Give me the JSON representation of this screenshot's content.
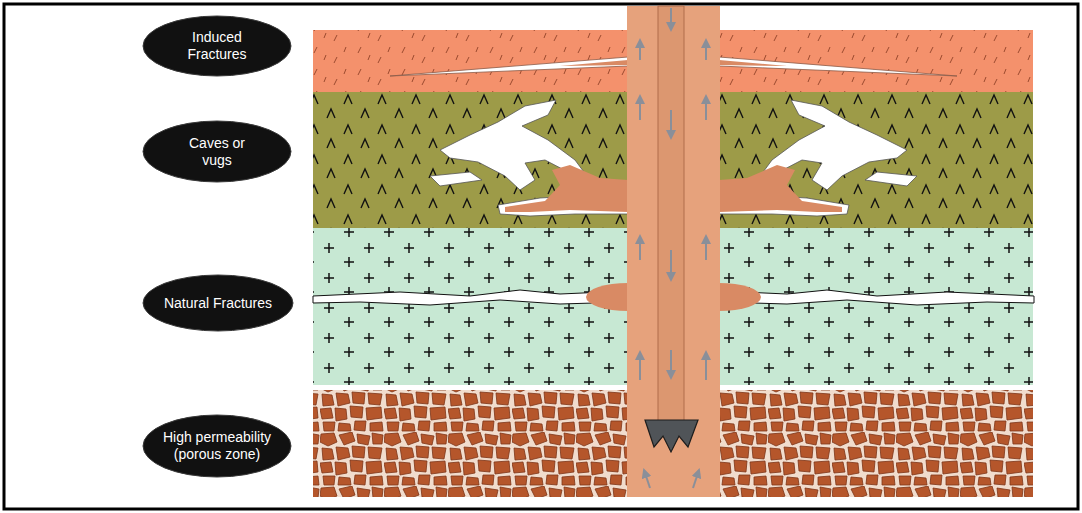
{
  "diagram": {
    "nodes": [
      {
        "text": [
          "Induced Fractures"
        ]
      },
      {
        "text": [
          "Caves or vugs"
        ]
      },
      {
        "text": [
          "Natural Fractures"
        ]
      },
      {
        "text": [
          "High permeability (porous zone)"
        ]
      }
    ]
  }
}
